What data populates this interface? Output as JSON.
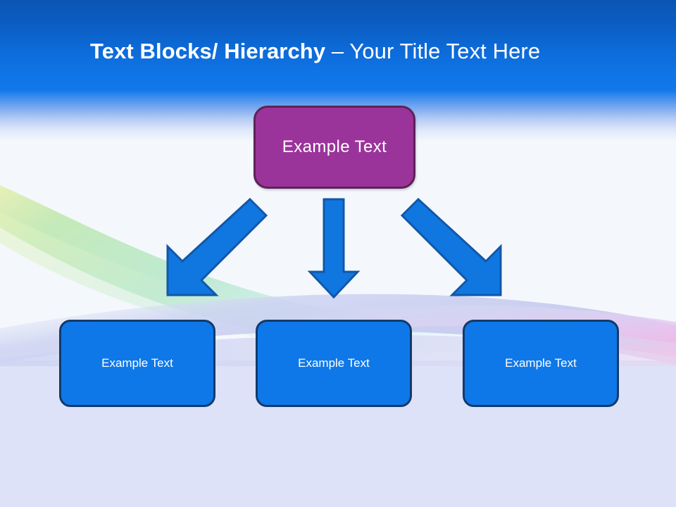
{
  "slide": {
    "title": {
      "bold_part": "Text Blocks/ Hierarchy ",
      "light_part": "– Your Title Text Here"
    },
    "theme": {
      "header_top_color": "#0a55b4",
      "header_bottom_color": "#1278ea",
      "body_color": "#f4f8fc",
      "lower_band_color": "#dee2f8",
      "root_node_fill": "#9b349a",
      "root_node_border": "#5d2258",
      "child_node_fill": "#0f78e8",
      "child_node_border": "#123a6b",
      "arrow_fill": "#1077e0",
      "arrow_border": "#1257a8",
      "title_text_color": "#ffffff",
      "node_text_color": "#ffffff"
    },
    "diagram": {
      "root": {
        "label": "Example  Text"
      },
      "children": [
        {
          "label": "Example Text"
        },
        {
          "label": "Example Text"
        },
        {
          "label": "Example Text"
        }
      ],
      "connectors": [
        {
          "name": "arrow-root-to-child-1",
          "direction": "down-left"
        },
        {
          "name": "arrow-root-to-child-2",
          "direction": "down"
        },
        {
          "name": "arrow-root-to-child-3",
          "direction": "down-right"
        }
      ]
    }
  }
}
